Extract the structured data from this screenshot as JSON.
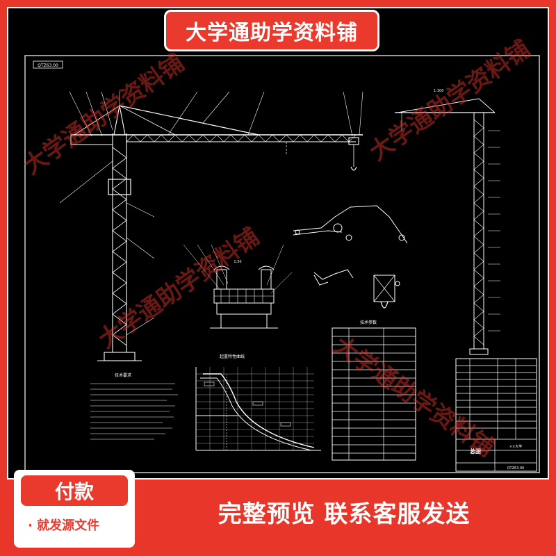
{
  "banner": {
    "title": "大学通助学资料铺"
  },
  "payment": {
    "title": "付款",
    "subtitle": "· 就发源文件"
  },
  "footer": {
    "text": "完整预览  联系客服发送"
  },
  "watermark": {
    "text": "大学通助学资料铺"
  },
  "drawing": {
    "notes_title": "技术要求",
    "chart_title": "起重特性曲线",
    "table_title": "技术参数",
    "title_block_name": "总图",
    "title_block_school": "××大学",
    "sheet_code": "QTZ63.00",
    "top_left_code": "QTZ63.00",
    "scale_a": "1:50",
    "scale_b": "1:100"
  },
  "colors": {
    "accent": "#e9362b",
    "cad_bg": "#000000",
    "line": "#ffffff"
  }
}
